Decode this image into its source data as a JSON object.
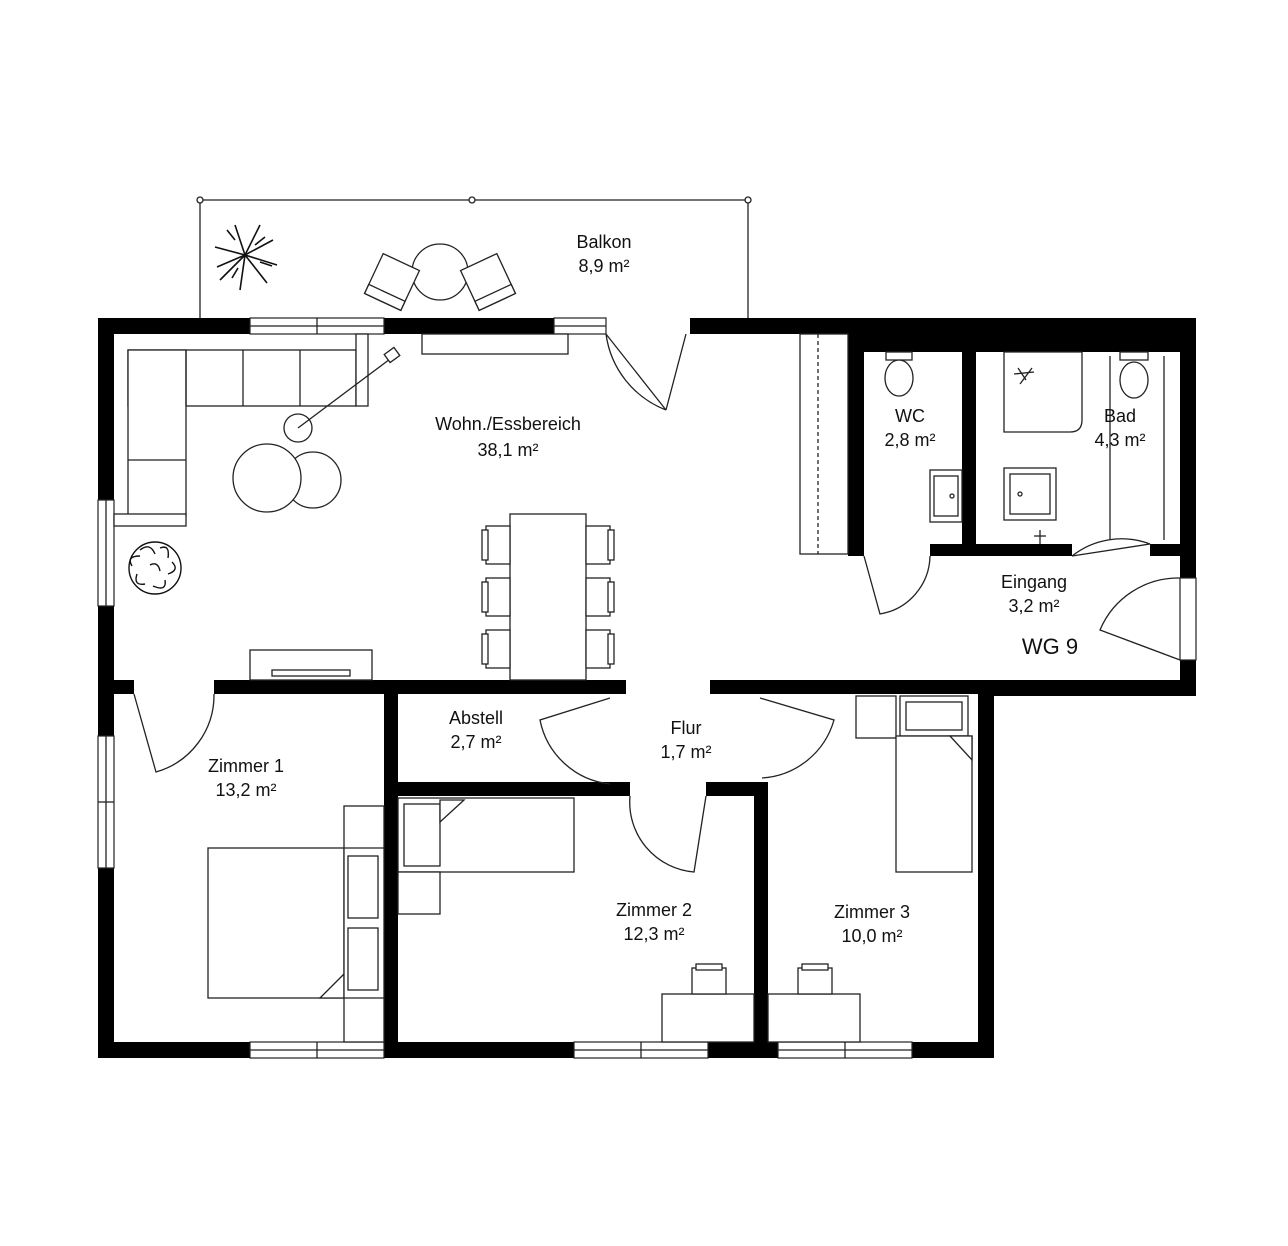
{
  "unit_label": "WG 9",
  "rooms": {
    "balkon": {
      "name": "Balkon",
      "area": "8,9 m²"
    },
    "wohn": {
      "name": "Wohn./Essbereich",
      "area": "38,1 m²"
    },
    "wc": {
      "name": "WC",
      "area": "2,8 m²"
    },
    "bad": {
      "name": "Bad",
      "area": "4,3 m²"
    },
    "eingang": {
      "name": "Eingang",
      "area": "3,2 m²"
    },
    "abstell": {
      "name": "Abstell",
      "area": "2,7 m²"
    },
    "flur": {
      "name": "Flur",
      "area": "1,7 m²"
    },
    "zimmer1": {
      "name": "Zimmer 1",
      "area": "13,2 m²"
    },
    "zimmer2": {
      "name": "Zimmer 2",
      "area": "12,3 m²"
    },
    "zimmer3": {
      "name": "Zimmer 3",
      "area": "10,0 m²"
    }
  },
  "colors": {
    "wall": "#000000",
    "line": "#222222",
    "background": "#ffffff"
  }
}
